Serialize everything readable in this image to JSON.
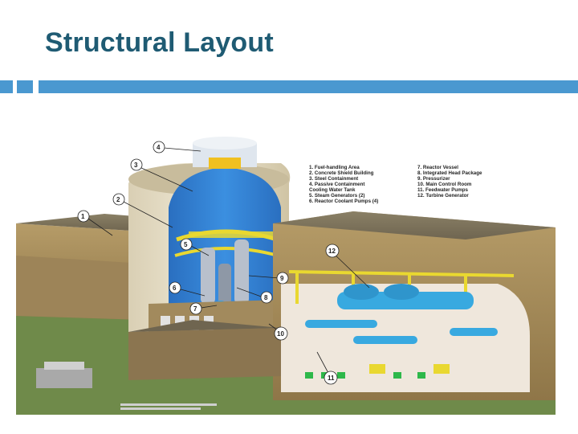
{
  "slide": {
    "title": "Structural Layout"
  },
  "figure": {
    "legend_left": [
      "1. Fuel-handling Area",
      "2. Concrete Shield Building",
      "3. Steel Containment",
      "4. Passive Containment",
      "   Cooling Water Tank",
      "5. Steam Generators (2)",
      "6. Reactor Coolant Pumps (4)"
    ],
    "legend_right": [
      "7. Reactor Vessel",
      "8. Integrated Head Package",
      "9. Pressurizer",
      "10. Main Control Room",
      "11. Feedwater Pumps",
      "12. Turbine Generator"
    ],
    "callouts": [
      "1",
      "2",
      "3",
      "4",
      "5",
      "6",
      "7",
      "8",
      "9",
      "10",
      "11",
      "12"
    ],
    "colors": {
      "accent_bar": "#4a98d0",
      "title": "#1f5b73",
      "containment_blue": "#2f7fd0",
      "equipment_cyan": "#38a9e0",
      "structure_yellow": "#e9d830",
      "building_tan": "#a48a5a",
      "pump_green": "#2eb84a"
    }
  }
}
